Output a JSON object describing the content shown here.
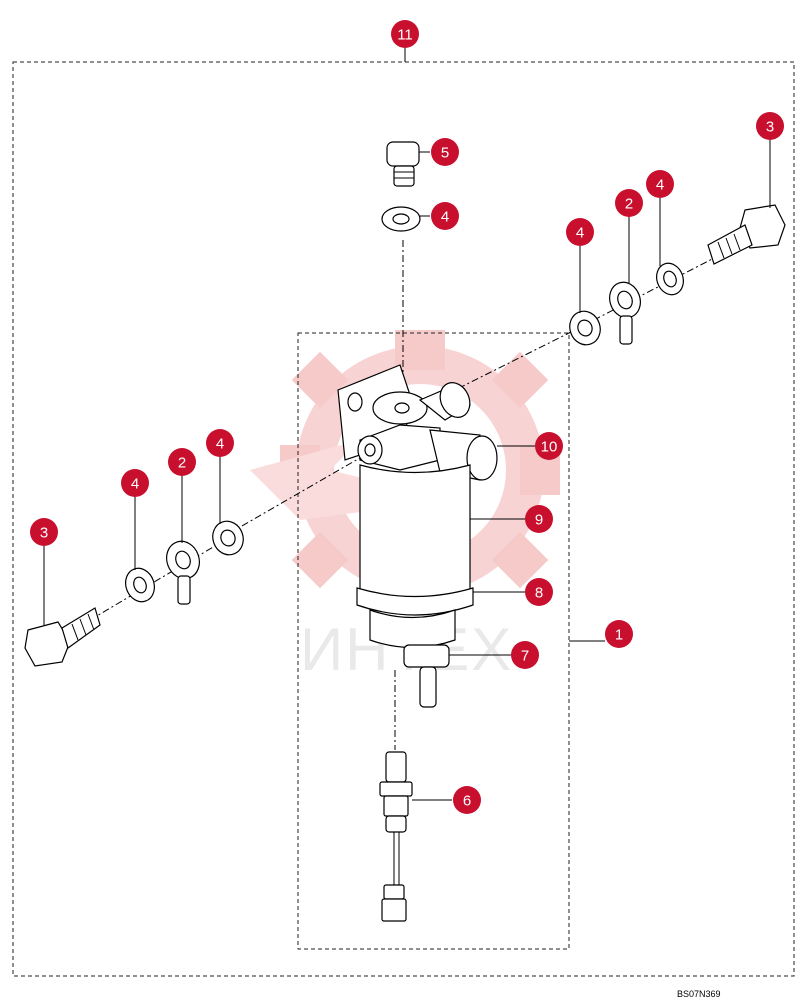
{
  "diagram": {
    "drawing_code": "BS07N369",
    "watermark_text": "ИНТЕХ",
    "callout_color": "#c8102e",
    "callouts": [
      "11",
      "5",
      "4",
      "3",
      "4",
      "2",
      "4",
      "10",
      "4",
      "2",
      "4",
      "9",
      "3",
      "8",
      "1",
      "7",
      "6"
    ]
  }
}
